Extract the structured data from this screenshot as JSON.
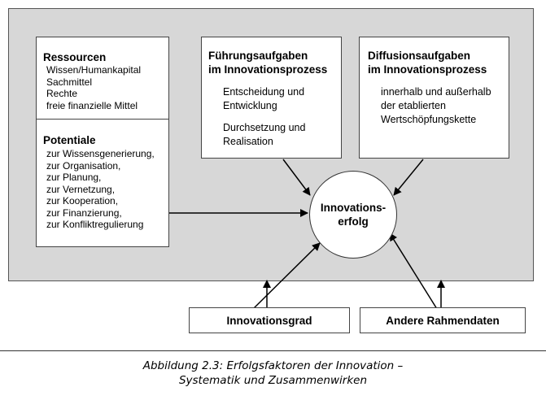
{
  "ressourcen": {
    "title": "Ressourcen",
    "items": [
      "Wissen/Humankapital",
      "Sachmittel",
      "Rechte",
      "freie finanzielle Mittel"
    ]
  },
  "potentiale": {
    "title": "Potentiale",
    "items": [
      "zur Wissensgenerierung,",
      "zur Organisation,",
      "zur Planung,",
      "zur Vernetzung,",
      "zur Kooperation,",
      "zur Finanzierung,",
      "zur Konfliktregulierung"
    ]
  },
  "fuehrung": {
    "title_lines": [
      "Führungsaufgaben",
      "im Innovationsprozess"
    ],
    "group1": [
      "Entscheidung und",
      "Entwicklung"
    ],
    "group2": [
      "Durchsetzung und",
      "Realisation"
    ]
  },
  "diffusion": {
    "title_lines": [
      "Diffusionsaufgaben",
      "im Innovationsprozess"
    ],
    "items": [
      "innerhalb und außerhalb",
      "der etablierten",
      "Wertschöpfungskette"
    ]
  },
  "center": {
    "lines": [
      "Innovations-",
      "erfolg"
    ]
  },
  "innovationsgrad": "Innovationsgrad",
  "rahmendaten": "Andere Rahmendaten",
  "caption": {
    "line1": "Abbildung 2.3: Erfolgsfaktoren der Innovation –",
    "line2": "Systematik und Zusammenwirken"
  }
}
